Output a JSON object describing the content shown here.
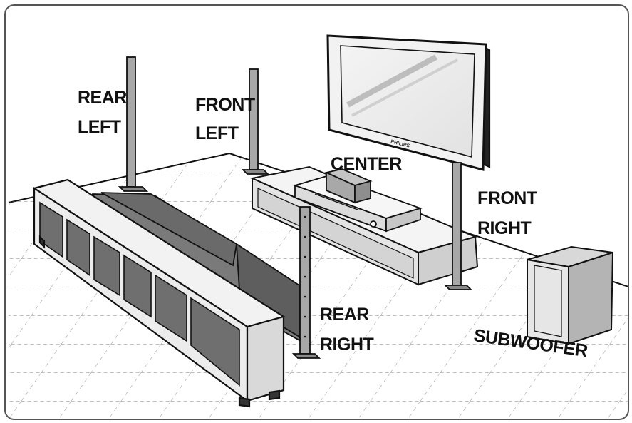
{
  "labels": {
    "rear_left": [
      "REAR",
      "LEFT"
    ],
    "front_left": [
      "FRONT",
      "LEFT"
    ],
    "center": "CENTER",
    "front_right": [
      "FRONT",
      "RIGHT"
    ],
    "rear_right": [
      "REAR",
      "RIGHT"
    ],
    "subwoofer": "SUBWOOFER"
  },
  "tv_brand": "PHILIPS",
  "colors": {
    "outline": "#111111",
    "speaker": "#a8a8a8",
    "furniture": "#e6e6e6",
    "sofa": "#7a7a7a",
    "floor_lines": "#9a9a9a"
  }
}
